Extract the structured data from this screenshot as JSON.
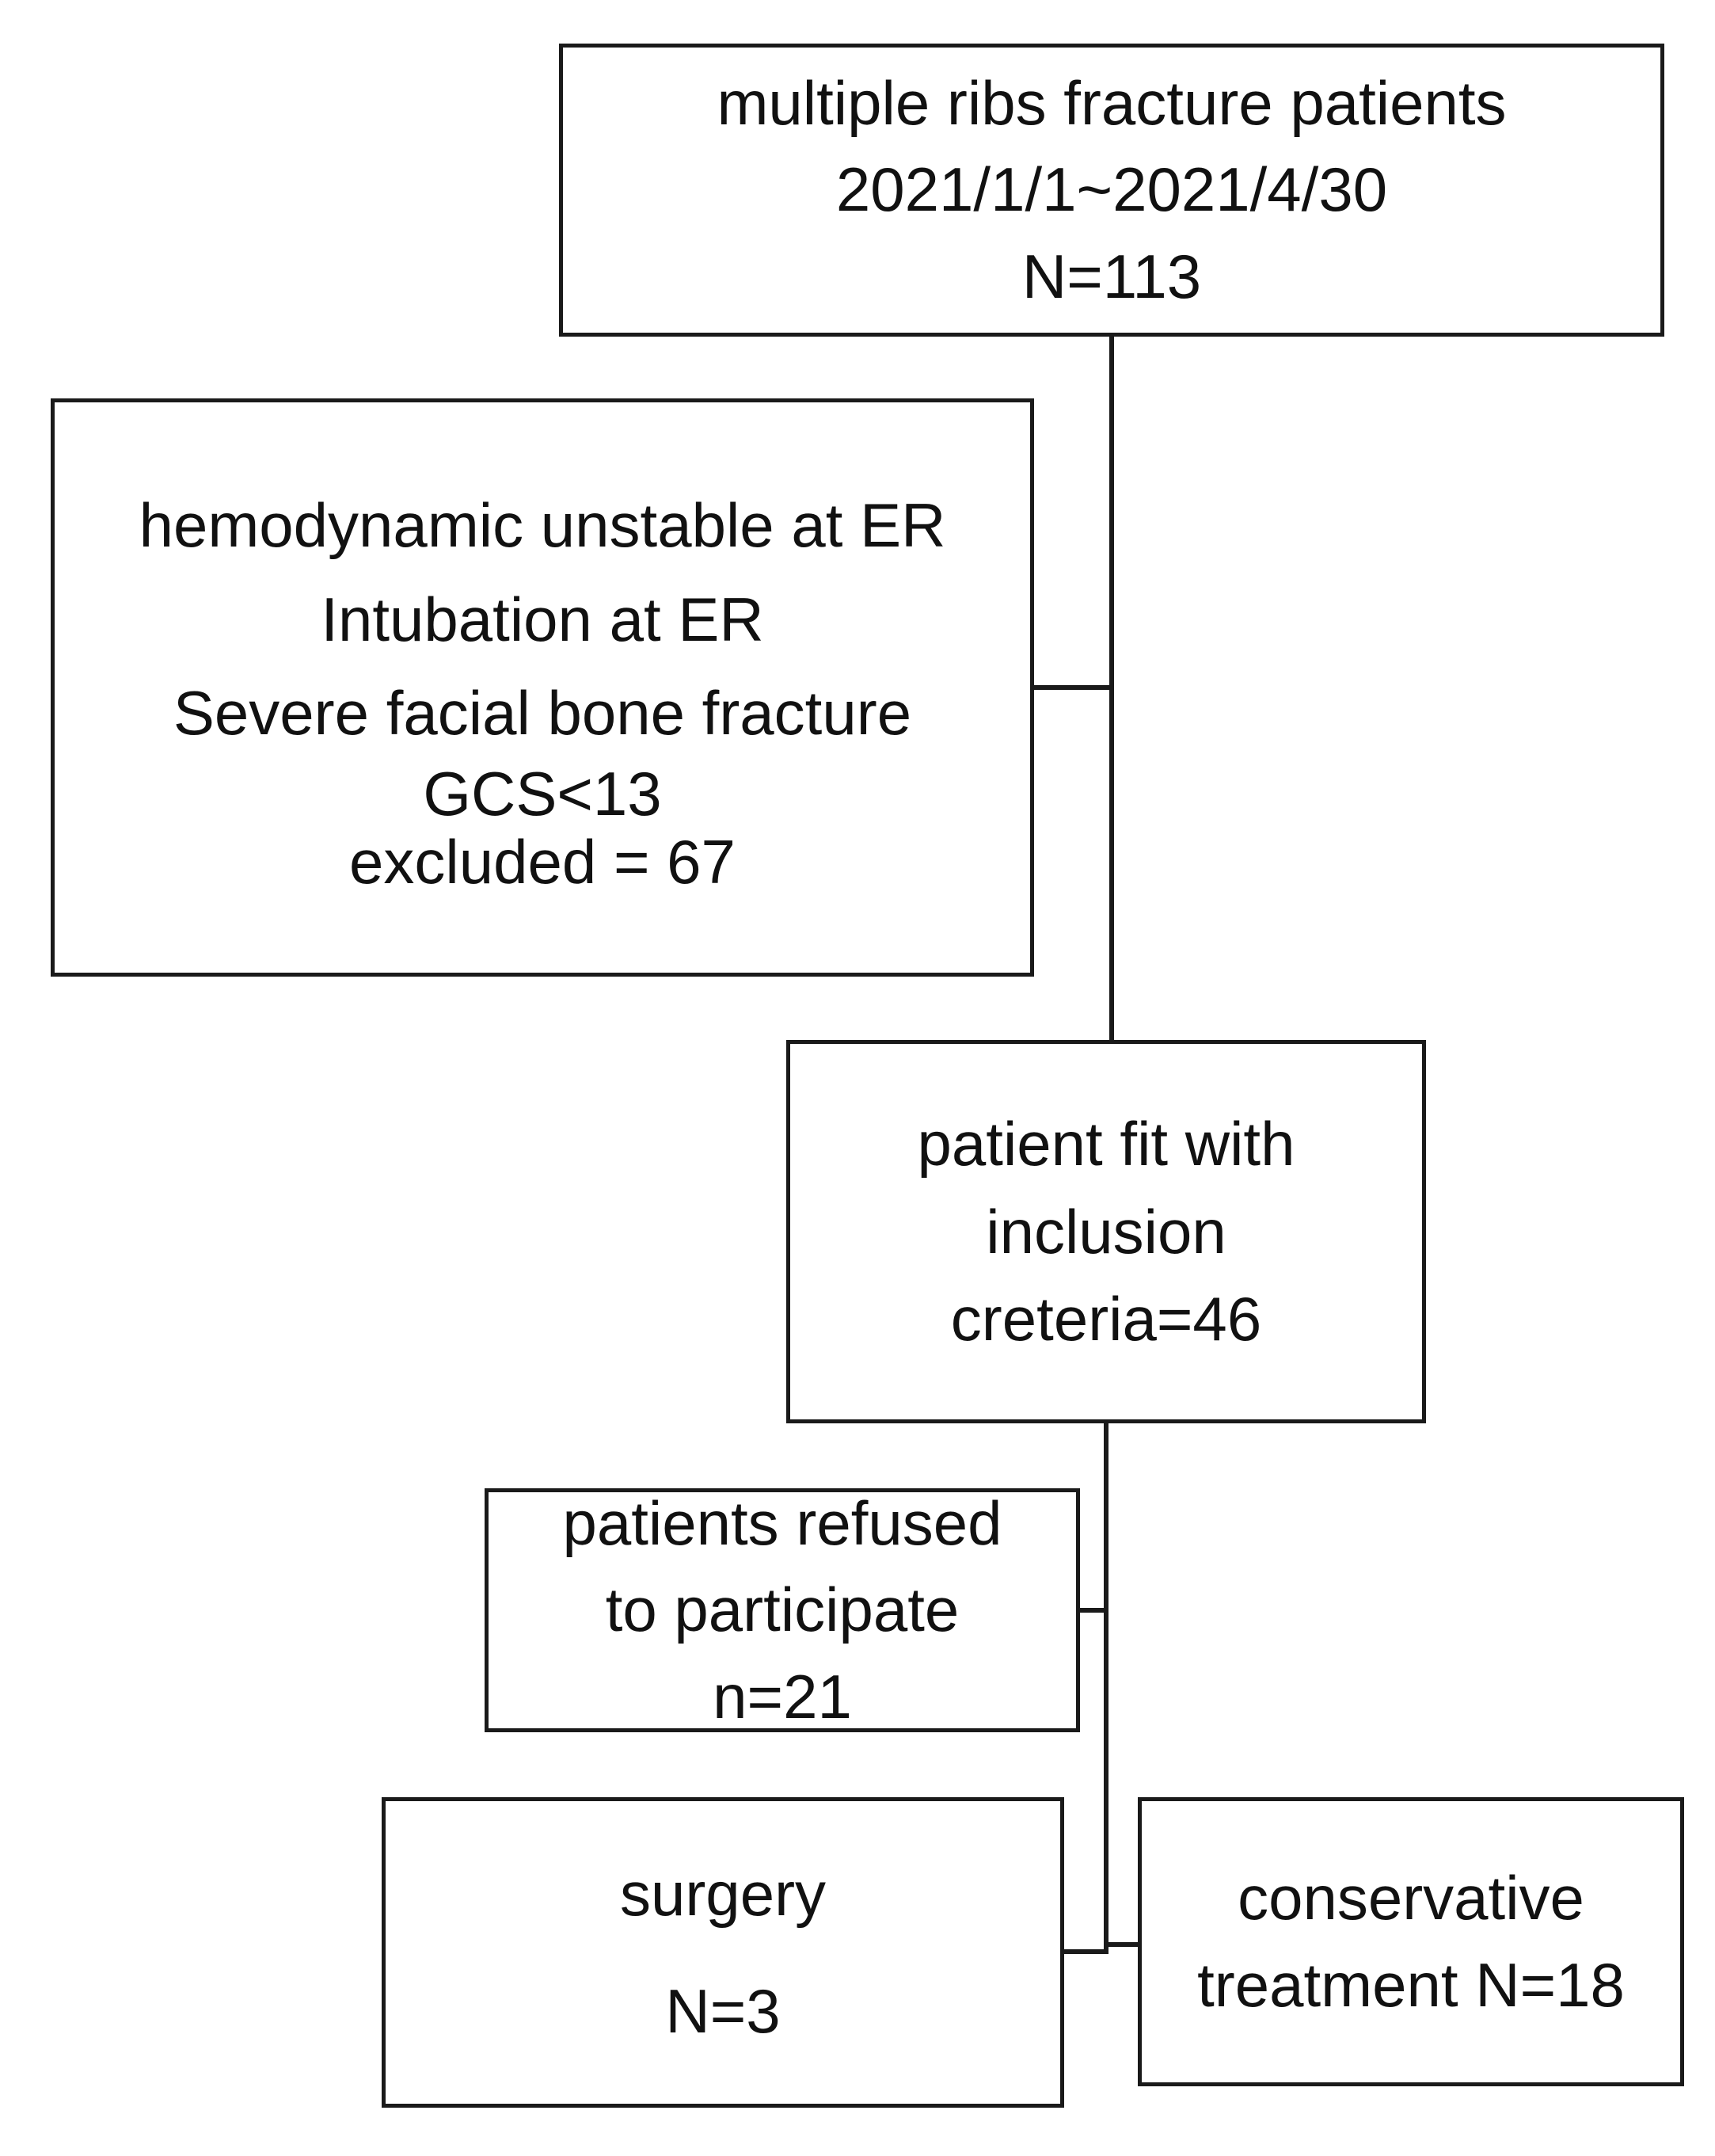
{
  "flowchart": {
    "start": {
      "lines": [
        "multiple ribs fracture patients",
        "2021/1/1~2021/4/30",
        "N=113"
      ]
    },
    "excluded": {
      "lines": [
        "hemodynamic unstable at ER",
        "Intubation at ER",
        "Severe facial bone fracture",
        "GCS<13",
        "excluded = 67"
      ]
    },
    "included": {
      "lines": [
        "patient fit with",
        "inclusion",
        "creteria=46"
      ]
    },
    "refused": {
      "lines": [
        "patients refused",
        "to participate",
        "n=21"
      ]
    },
    "surgery": {
      "lines": [
        "surgery",
        "N=3"
      ]
    },
    "conservative": {
      "lines": [
        "conservative",
        "treatment N=18"
      ]
    }
  }
}
